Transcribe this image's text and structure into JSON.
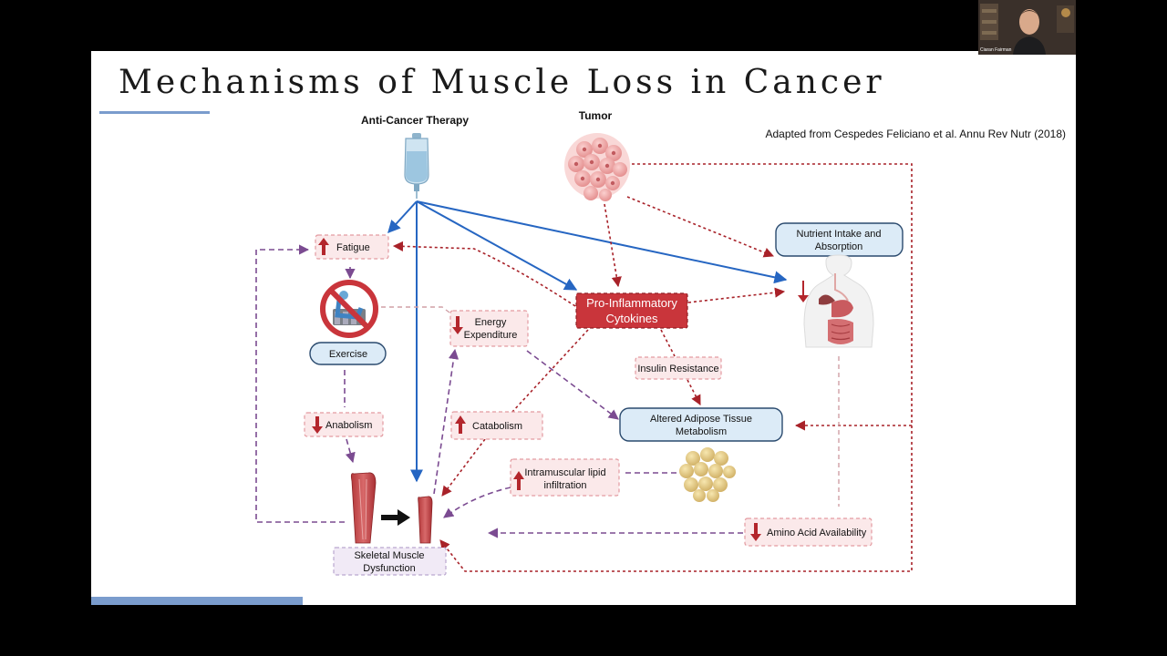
{
  "slide": {
    "title": "Mechanisms of Muscle Loss in Cancer",
    "citation": "Adapted from Cespedes Feliciano et al. Annu Rev Nutr (2018)"
  },
  "diagram": {
    "anti_cancer_therapy": "Anti-Cancer Therapy",
    "tumor": "Tumor",
    "fatigue": "Fatigue",
    "exercise": "Exercise",
    "energy_expenditure_line1": "Energy",
    "energy_expenditure_line2": "Expenditure",
    "pro_inflammatory_line1": "Pro-Inflammatory",
    "pro_inflammatory_line2": "Cytokines",
    "nutrient_line1": "Nutrient Intake and",
    "nutrient_line2": "Absorption",
    "insulin_resistance": "Insulin Resistance",
    "adipose_line1": "Altered Adipose Tissue",
    "adipose_line2": "Metabolism",
    "anabolism": "Anabolism",
    "catabolism": "Catabolism",
    "lipid_line1": "Intramuscular lipid",
    "lipid_line2": "infiltration",
    "amino_acid": "Amino Acid Availability",
    "skeletal_line1": "Skeletal Muscle",
    "skeletal_line2": "Dysfunction"
  },
  "webcam": {
    "name": "Ciaran Fairman"
  },
  "colors": {
    "blue_arrow": "#2666c2",
    "red_dashed": "#a82229",
    "purple_dashed": "#7b4b91",
    "accent_rule": "#7a9ccd",
    "cytokine_box": "#c9353b"
  },
  "icons": [
    "iv-bag-icon",
    "tumor-cells-icon",
    "no-exercise-icon",
    "digestive-system-icon",
    "fat-cells-icon",
    "muscle-icon",
    "up-arrow-icon",
    "down-arrow-icon"
  ]
}
